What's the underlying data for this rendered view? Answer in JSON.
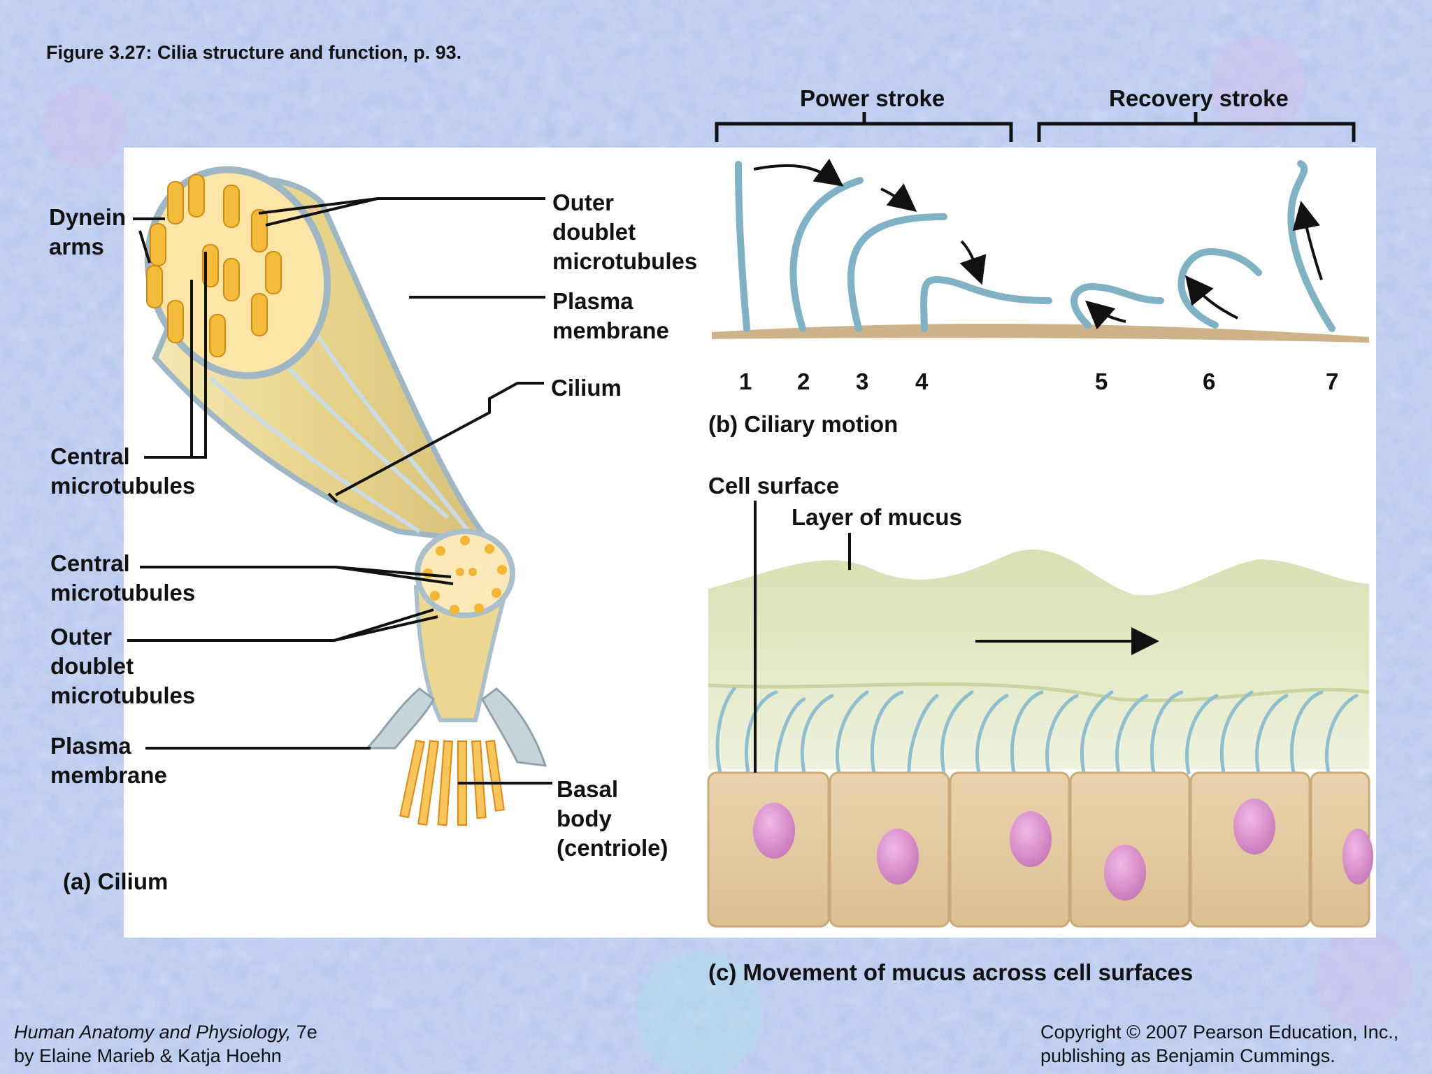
{
  "header": {
    "title": "Figure 3.27:  Cilia structure and function, p. 93."
  },
  "panel_a": {
    "caption": "(a) Cilium",
    "labels": {
      "dynein_arms": "Dynein\narms",
      "outer_doublet_top": "Outer\ndoublet\nmicrotubules",
      "plasma_membrane_top": "Plasma\nmembrane",
      "cilium": "Cilium",
      "central_microtubules_1": "Central\nmicrotubules",
      "central_microtubules_2": "Central\nmicrotubules",
      "outer_doublet_bottom": "Outer\ndoublet\nmicrotubules",
      "plasma_membrane_bottom": "Plasma\nmembrane",
      "basal_body": "Basal\nbody\n(centriole)"
    }
  },
  "panel_b": {
    "caption": "(b) Ciliary motion",
    "power_stroke": "Power stroke",
    "recovery_stroke": "Recovery stroke",
    "positions": [
      "1",
      "2",
      "3",
      "4",
      "5",
      "6",
      "7"
    ]
  },
  "panel_c": {
    "caption": "(c) Movement of mucus across cell surfaces",
    "cell_surface": "Cell surface",
    "layer_of_mucus": "Layer of mucus"
  },
  "footer": {
    "book_title": "Human Anatomy and Physiology,",
    "edition": " 7e",
    "authors": "by Elaine Marieb & Katja Hoehn",
    "copyright_line1": "Copyright © 2007 Pearson Education, Inc.,",
    "copyright_line2": "publishing as Benjamin Cummings."
  },
  "colors": {
    "background": "#b9c6ee",
    "panel": "#ffffff",
    "cilium_fill": "#e8d79a",
    "microtubule": "#f2b632",
    "mucus": "#dde5bf",
    "cell": "#e7cfa6",
    "nucleus": "#d98fcc",
    "cilia_blue": "#9ec9d8"
  }
}
